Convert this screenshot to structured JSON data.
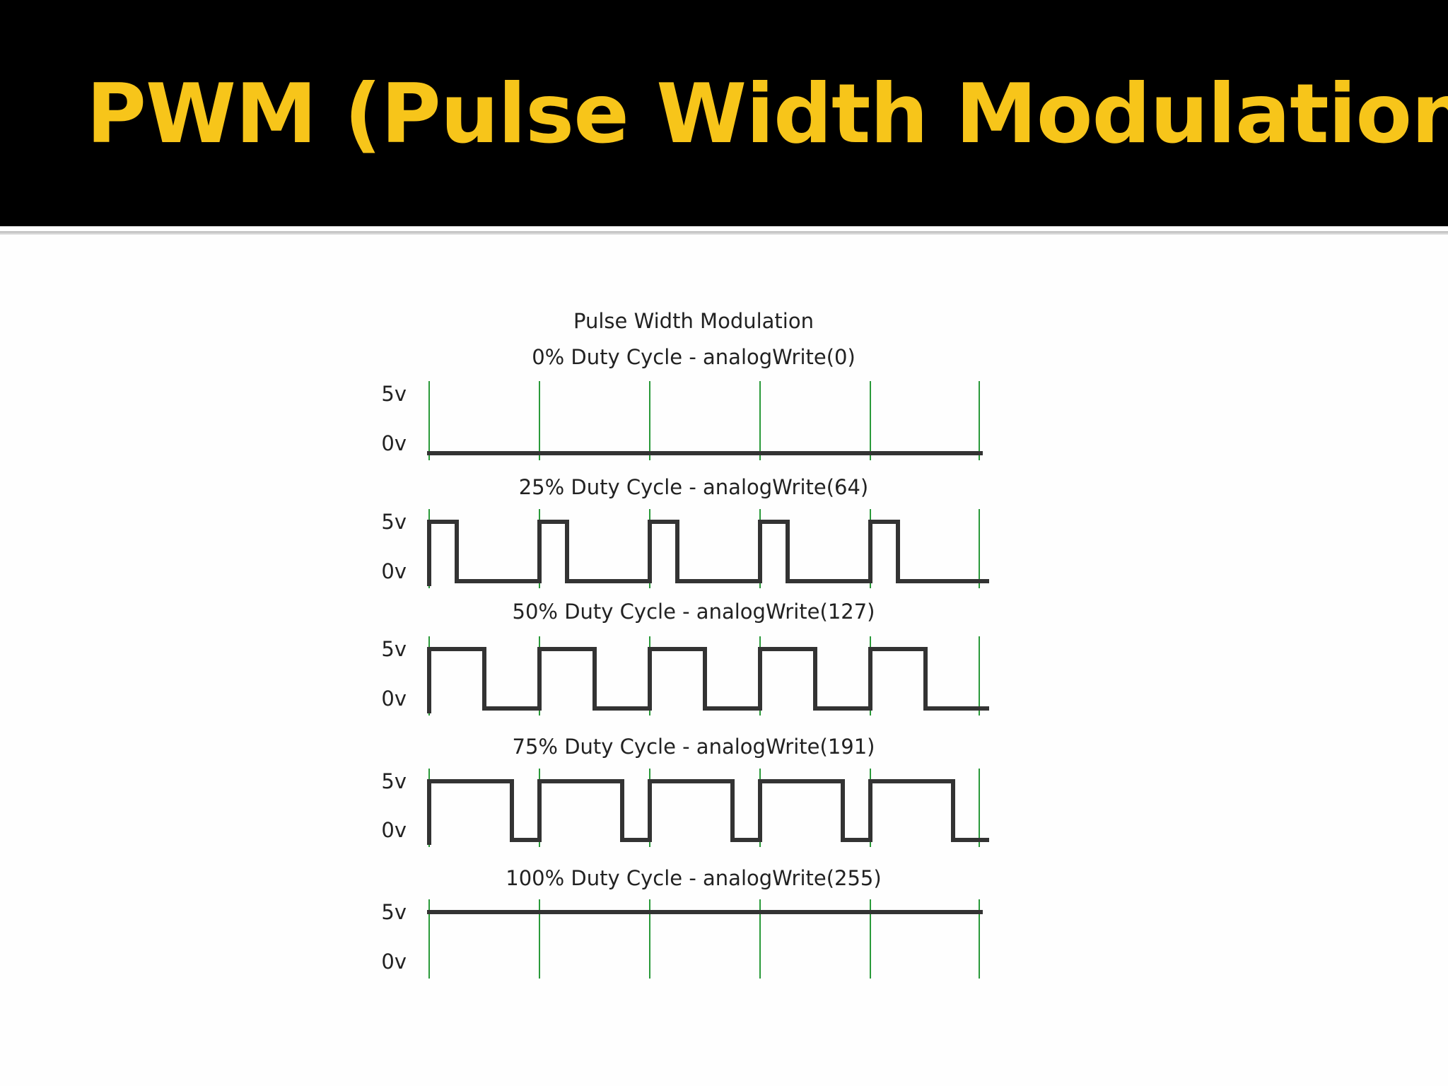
{
  "slide": {
    "title": "PWM (Pulse Width Modulation)",
    "colors": {
      "title_bar": "#000000",
      "title_text": "#f7c51a",
      "waveform": "#333333",
      "period_marker": "#2a9a3a",
      "background": "#fefefe"
    }
  },
  "diagram": {
    "heading": "Pulse Width Modulation",
    "high_label": "5v",
    "low_label": "0v",
    "periods_shown": 5,
    "panels": [
      {
        "caption": "0% Duty Cycle - analogWrite(0)",
        "duty": 0.0
      },
      {
        "caption": "25% Duty Cycle - analogWrite(64)",
        "duty": 0.25
      },
      {
        "caption": "50% Duty Cycle - analogWrite(127)",
        "duty": 0.5
      },
      {
        "caption": "75% Duty Cycle - analogWrite(191)",
        "duty": 0.75
      },
      {
        "caption": "100% Duty Cycle - analogWrite(255)",
        "duty": 1.0
      }
    ]
  }
}
